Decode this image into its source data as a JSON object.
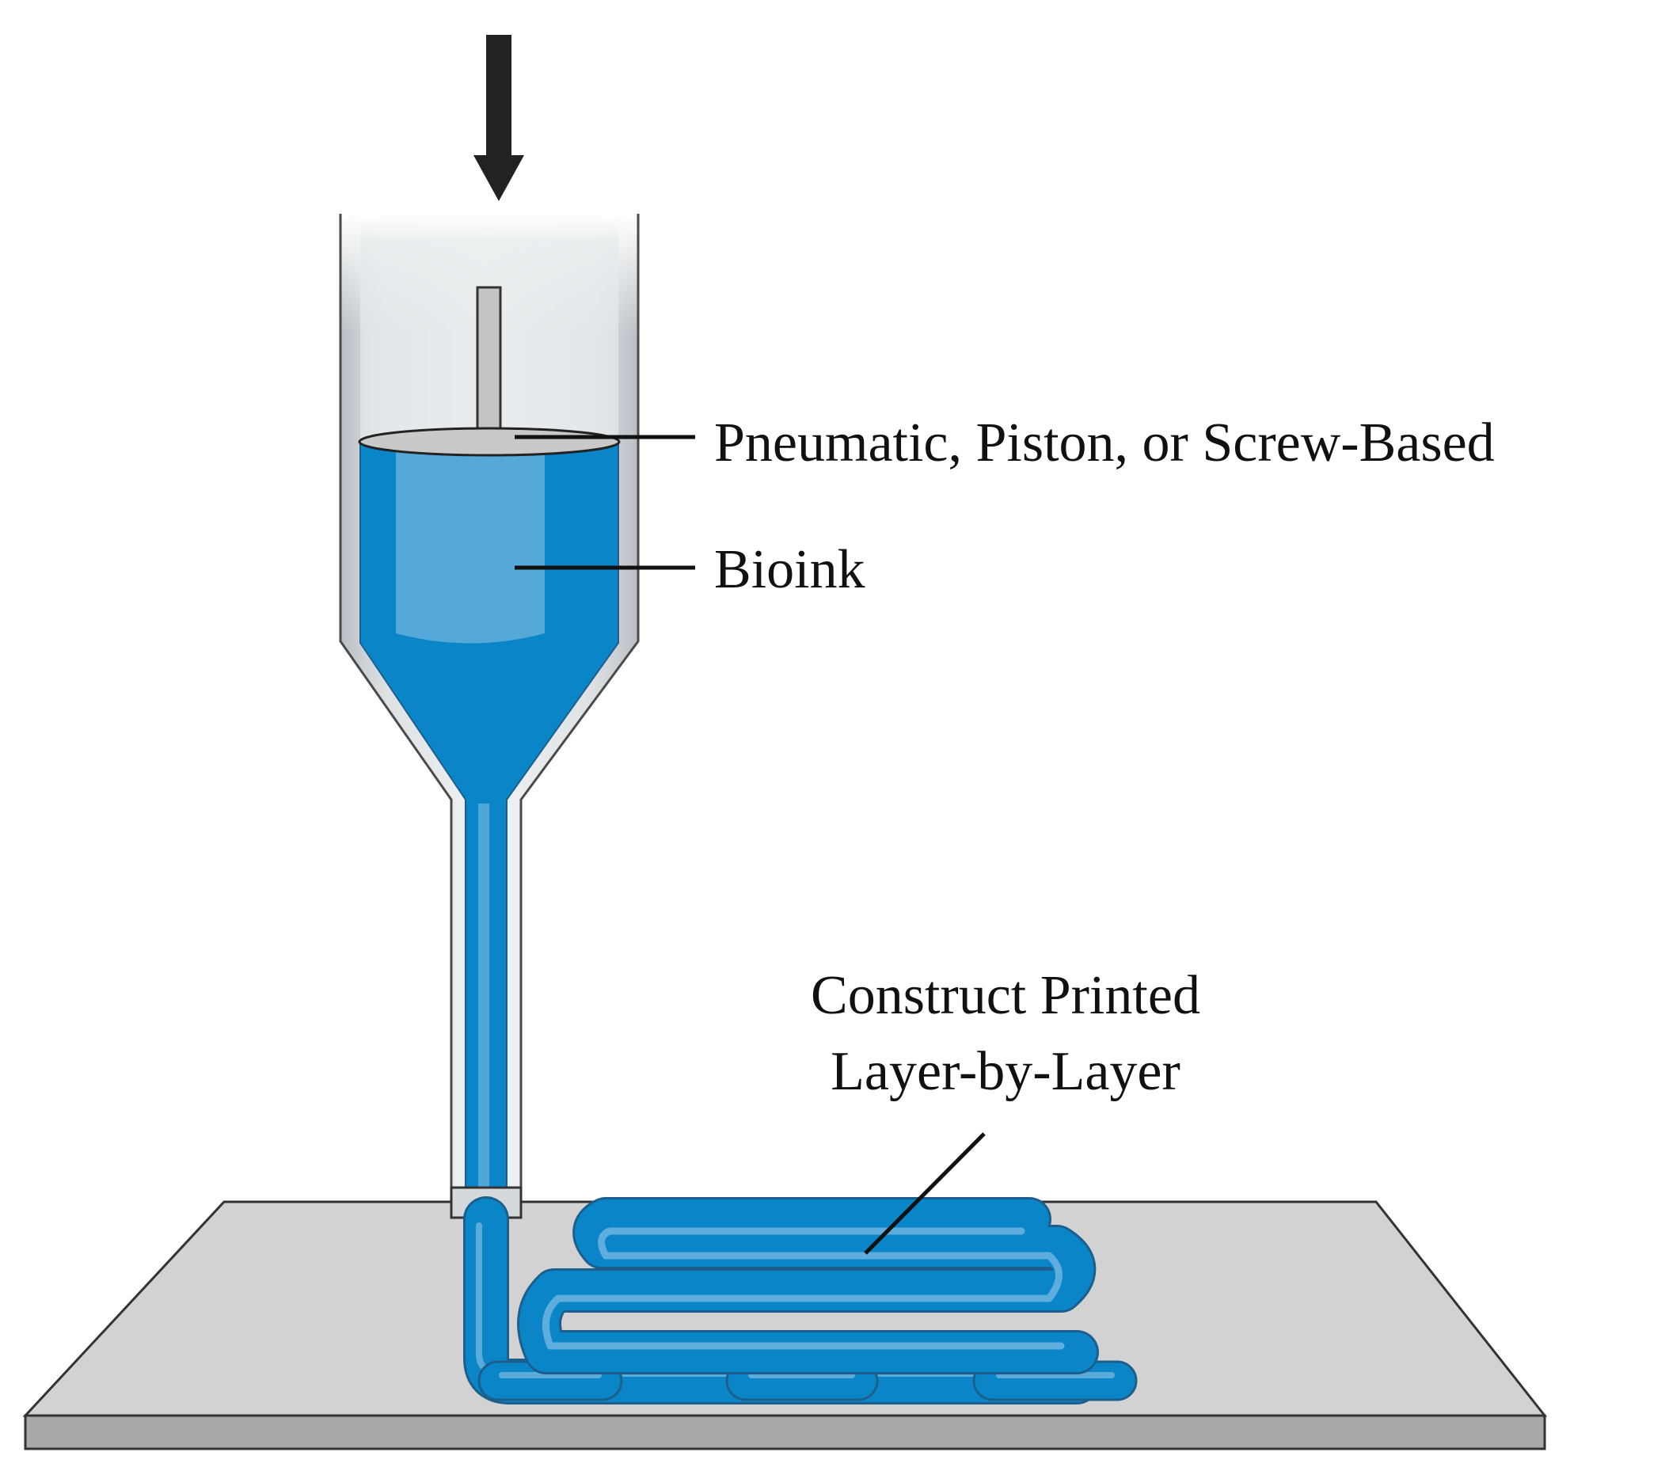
{
  "labels": {
    "extrusion_mechanism": "Pneumatic, Piston, or Screw-Based",
    "bioink": "Bioink",
    "construct_line1": "Construct Printed",
    "construct_line2": "Layer-by-Layer"
  },
  "colors": {
    "bioink_blue": "#0A86C8",
    "bioink_highlight": "#6FB4DF",
    "syringe_gray": "#C9CED2",
    "platform_gray": "#D2D2D2",
    "outline": "#333333",
    "arrow": "#222222"
  },
  "icons": {
    "push_arrow": "down-arrow-icon"
  }
}
